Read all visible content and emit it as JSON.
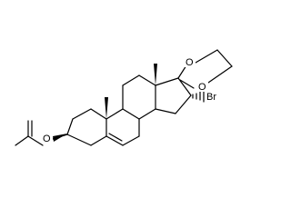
{
  "structure": {
    "atoms": {
      "O_ester": "O",
      "O_dioxolane_1": "O",
      "O_dioxolane_2": "O",
      "Br": "Br"
    }
  }
}
